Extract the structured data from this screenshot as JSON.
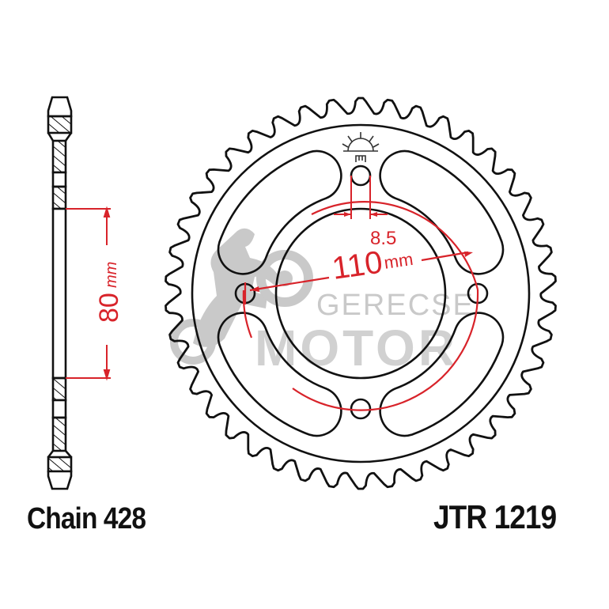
{
  "diagram": {
    "title": "Rear sprocket technical drawing",
    "part_number": "JTR 1219",
    "chain_label": "Chain 428",
    "colors": {
      "outline": "#111111",
      "dimension": "#d8232a",
      "watermark": "#c4c4c4",
      "background": "#ffffff"
    },
    "side_view": {
      "dimension_value": "80",
      "dimension_unit": "mm"
    },
    "front_view": {
      "tooth_count": 42,
      "bolt_hole_count": 4,
      "pcd_value": "110",
      "pcd_unit": "mm",
      "bolt_hole_diameter": "8.5",
      "lightening_slots": 4
    },
    "watermark": {
      "line1": "GERECSE",
      "line2": "MOTOR"
    },
    "logo": "jt-sprockets-logo"
  }
}
